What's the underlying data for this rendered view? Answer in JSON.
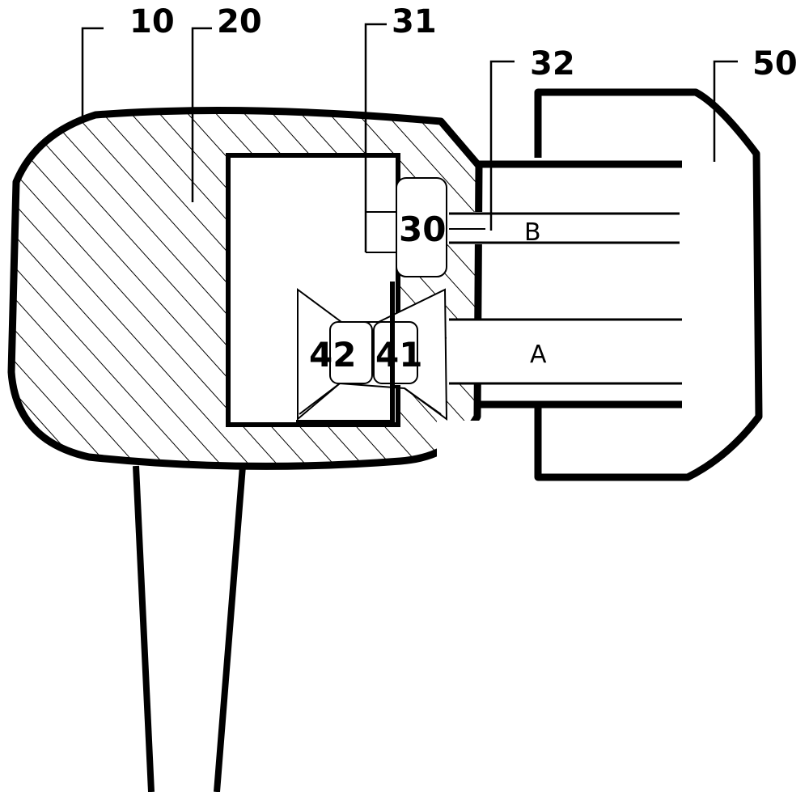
{
  "labels": {
    "housing": "10",
    "cavity": "20",
    "port_block": "30",
    "port_block_channel": "31",
    "port_block_outlet": "32",
    "driver_back": "42",
    "driver_front": "41",
    "ear_tip": "50",
    "channel_a": "A",
    "channel_b": "B"
  },
  "colors": {
    "stroke": "#000000",
    "background": "#ffffff"
  }
}
